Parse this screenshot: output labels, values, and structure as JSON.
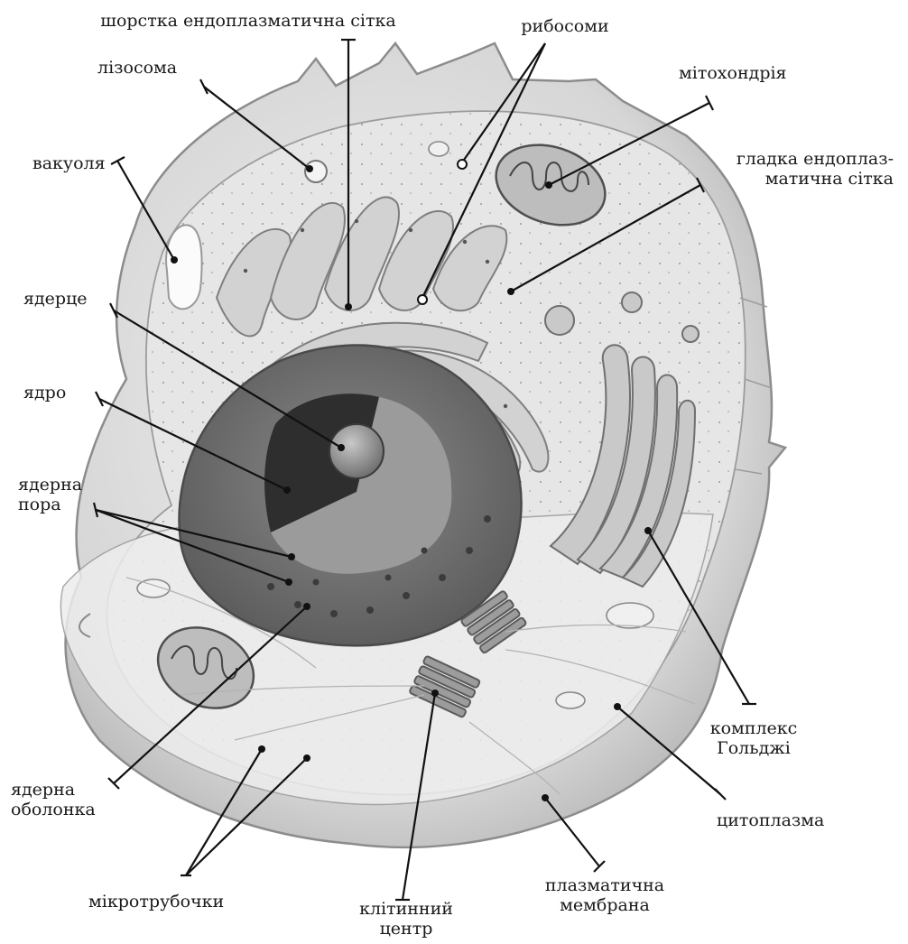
{
  "labels": {
    "rough_er": "шорстка ендоплазматична сітка",
    "ribosomes": "рибосоми",
    "lysosome": "лізосома",
    "mitochondrion": "мітохондрія",
    "vacuole": "вакуоля",
    "smooth_er_1": "гладка ендоплаз-",
    "smooth_er_2": "матична сітка",
    "nucleolus": "ядерце",
    "nucleus": "ядро",
    "nuclear_pore_1": "ядерна",
    "nuclear_pore_2": "пора",
    "nuclear_envelope_1": "ядерна",
    "nuclear_envelope_2": "оболонка",
    "golgi_1": "комплекс",
    "golgi_2": "Гольджі",
    "cytoplasm": "цитоплазма",
    "microtubules": "мікротрубочки",
    "centrosome_1": "клітинний",
    "centrosome_2": "центр",
    "plasma_membrane_1": "плазматична",
    "plasma_membrane_2": "мембрана"
  },
  "colors": {
    "ink": "#1a1a1a",
    "membrane": "#cfcfcf",
    "cytoplasm": "#e4e4e4",
    "nucleus_dark": "#5e5e5e",
    "organelle": "#a9a9a9"
  }
}
